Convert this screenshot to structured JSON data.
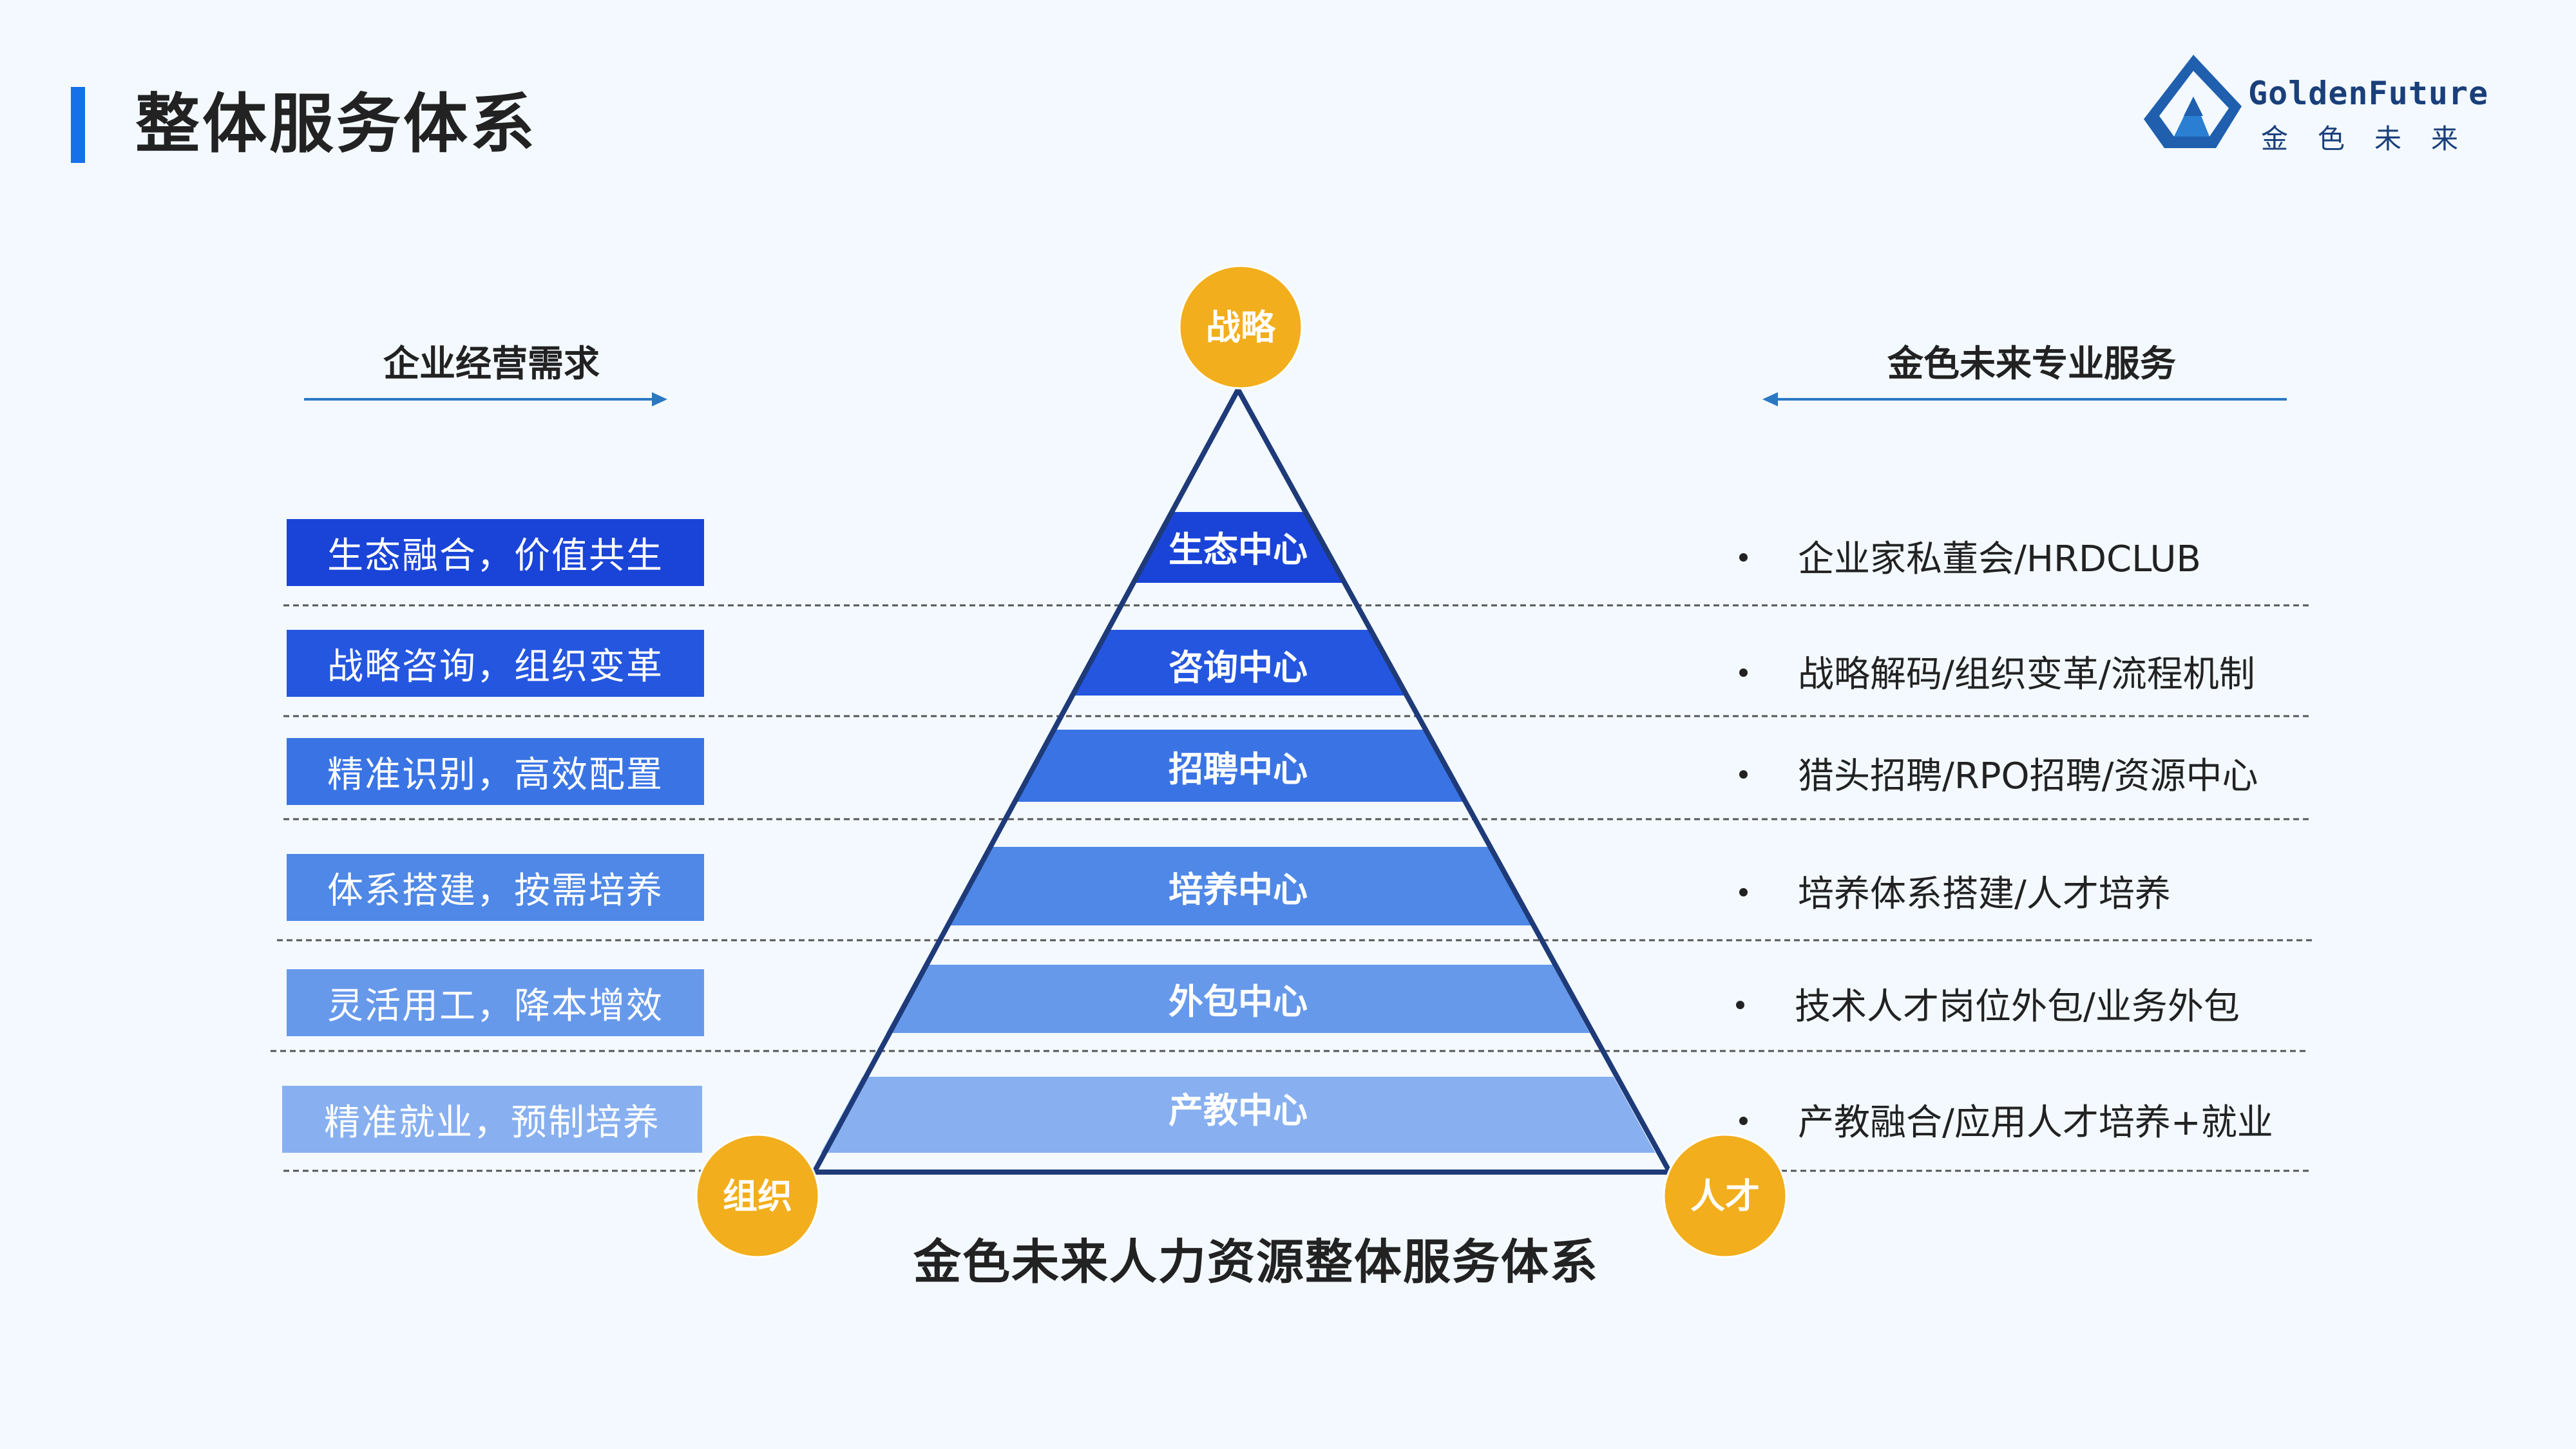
{
  "page": {
    "title": "整体服务体系"
  },
  "logo": {
    "en": "GoldenFuture",
    "cn": "金色未来"
  },
  "headings": {
    "left": "企业经营需求",
    "right": "金色未来专业服务"
  },
  "pyramid": {
    "apex": "战略",
    "left_corner": "组织",
    "right_corner": "人才",
    "caption": "金色未来人力资源整体服务体系",
    "layers": [
      {
        "label": "生态中心",
        "color": "#1A44D8"
      },
      {
        "label": "咨询中心",
        "color": "#2456E0"
      },
      {
        "label": "招聘中心",
        "color": "#3A74E4"
      },
      {
        "label": "培养中心",
        "color": "#4F88E6"
      },
      {
        "label": "外包中心",
        "color": "#6799EB"
      },
      {
        "label": "产教中心",
        "color": "#88B0F0"
      }
    ]
  },
  "needs": [
    {
      "label": "生态融合，价值共生",
      "color": "#1A44D8"
    },
    {
      "label": "战略咨询，组织变革",
      "color": "#2456E0"
    },
    {
      "label": "精准识别，高效配置",
      "color": "#3A74E4"
    },
    {
      "label": "体系搭建，按需培养",
      "color": "#4F88E6"
    },
    {
      "label": "灵活用工，降本增效",
      "color": "#6799EB"
    },
    {
      "label": "精准就业，预制培养",
      "color": "#88B0F0"
    }
  ],
  "services": [
    "企业家私董会/HRDCLUB",
    "战略解码/组织变革/流程机制",
    "猎头招聘/RPO招聘/资源中心",
    "培养体系搭建/人才培养",
    "技术人才岗位外包/业务外包",
    "产教融合/应用人才培养+就业"
  ],
  "colors": {
    "accent": "#1670E8",
    "circle": "#F2AE1C",
    "outline": "#1E3A78",
    "arrow": "#2B78C2"
  }
}
